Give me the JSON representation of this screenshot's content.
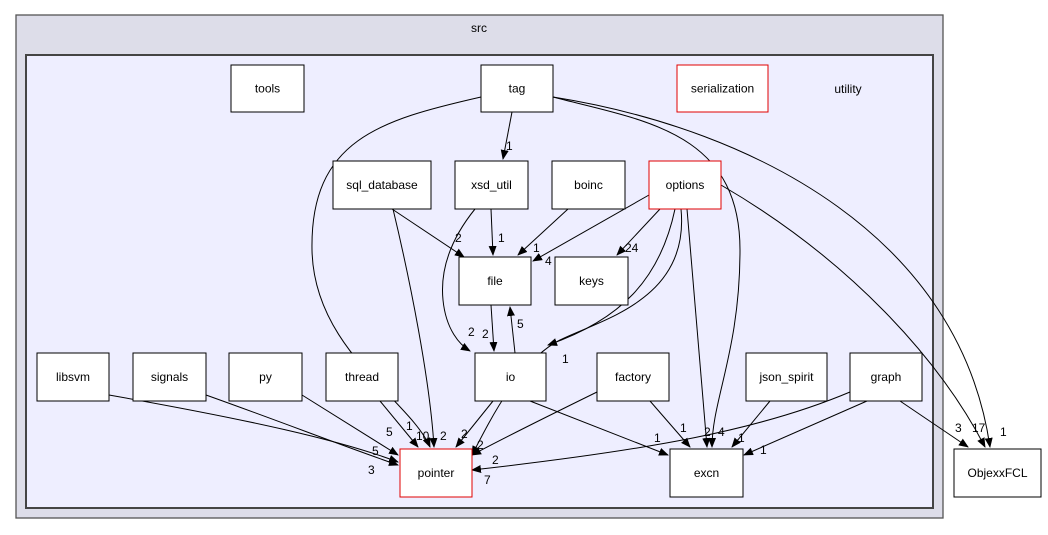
{
  "clusters": {
    "outer": {
      "label": "src",
      "fill": "#dddde9"
    },
    "inner": {
      "label": "utility",
      "fill": "#eeeeff"
    }
  },
  "nodes": [
    {
      "id": "tools",
      "label": "tools",
      "highlight": false
    },
    {
      "id": "tag",
      "label": "tag",
      "highlight": false
    },
    {
      "id": "serialization",
      "label": "serialization",
      "highlight": true
    },
    {
      "id": "sql_database",
      "label": "sql_database",
      "highlight": false
    },
    {
      "id": "xsd_util",
      "label": "xsd_util",
      "highlight": false
    },
    {
      "id": "boinc",
      "label": "boinc",
      "highlight": false
    },
    {
      "id": "options",
      "label": "options",
      "highlight": true
    },
    {
      "id": "file",
      "label": "file",
      "highlight": false
    },
    {
      "id": "keys",
      "label": "keys",
      "highlight": false
    },
    {
      "id": "libsvm",
      "label": "libsvm",
      "highlight": false
    },
    {
      "id": "signals",
      "label": "signals",
      "highlight": false
    },
    {
      "id": "py",
      "label": "py",
      "highlight": false
    },
    {
      "id": "thread",
      "label": "thread",
      "highlight": false
    },
    {
      "id": "io",
      "label": "io",
      "highlight": false
    },
    {
      "id": "factory",
      "label": "factory",
      "highlight": false
    },
    {
      "id": "json_spirit",
      "label": "json_spirit",
      "highlight": false
    },
    {
      "id": "graph",
      "label": "graph",
      "highlight": false
    },
    {
      "id": "pointer",
      "label": "pointer",
      "highlight": true
    },
    {
      "id": "excn",
      "label": "excn",
      "highlight": false
    },
    {
      "id": "ObjexxFCL",
      "label": "ObjexxFCL",
      "highlight": false
    }
  ],
  "edges": [
    {
      "from": "tag",
      "to": "xsd_util",
      "label": "1"
    },
    {
      "from": "tag",
      "to": "pointer",
      "label": "10"
    },
    {
      "from": "tag",
      "to": "excn",
      "label": "4"
    },
    {
      "from": "tag",
      "to": "ObjexxFCL",
      "label": "17"
    },
    {
      "from": "sql_database",
      "to": "file",
      "label": "2"
    },
    {
      "from": "sql_database",
      "to": "pointer",
      "label": "2"
    },
    {
      "from": "xsd_util",
      "to": "file",
      "label": "1"
    },
    {
      "from": "xsd_util",
      "to": "io",
      "label": "2"
    },
    {
      "from": "boinc",
      "to": "file",
      "label": "1"
    },
    {
      "from": "options",
      "to": "file",
      "label": "4"
    },
    {
      "from": "options",
      "to": "keys",
      "label": "24"
    },
    {
      "from": "options",
      "to": "io",
      "label": "1"
    },
    {
      "from": "options",
      "to": "pointer",
      "label": "2"
    },
    {
      "from": "options",
      "to": "excn",
      "label": "2"
    },
    {
      "from": "options",
      "to": "ObjexxFCL",
      "label": "1"
    },
    {
      "from": "file",
      "to": "io",
      "label": "2"
    },
    {
      "from": "io",
      "to": "file",
      "label": "5"
    },
    {
      "from": "io",
      "to": "pointer",
      "label": "2"
    },
    {
      "from": "io",
      "to": "excn",
      "label": "1"
    },
    {
      "from": "libsvm",
      "to": "pointer",
      "label": "3"
    },
    {
      "from": "signals",
      "to": "pointer",
      "label": "5"
    },
    {
      "from": "py",
      "to": "pointer",
      "label": "5"
    },
    {
      "from": "thread",
      "to": "pointer",
      "label": "1"
    },
    {
      "from": "factory",
      "to": "pointer",
      "label": "2"
    },
    {
      "from": "factory",
      "to": "excn",
      "label": "1"
    },
    {
      "from": "json_spirit",
      "to": "excn",
      "label": "1"
    },
    {
      "from": "graph",
      "to": "pointer",
      "label": "7"
    },
    {
      "from": "graph",
      "to": "excn",
      "label": "1"
    },
    {
      "from": "graph",
      "to": "ObjexxFCL",
      "label": "3"
    }
  ]
}
